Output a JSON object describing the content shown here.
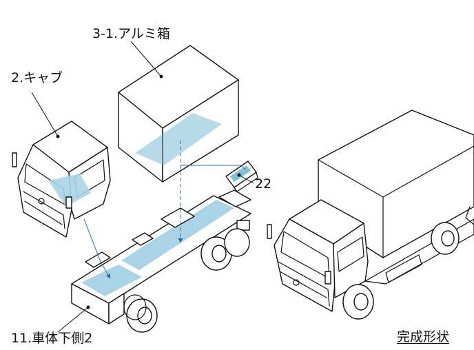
{
  "labels": {
    "cab": "2.キャブ",
    "box": "3-1.アルミ箱",
    "part22": "22",
    "underbody": "11.車体下側2",
    "complete": "完成形状"
  },
  "colors": {
    "highlight": "#a9d3e6",
    "highlight_dark": "#7fbfdc",
    "arrow": "#2b6fa8",
    "line": "#111111"
  }
}
